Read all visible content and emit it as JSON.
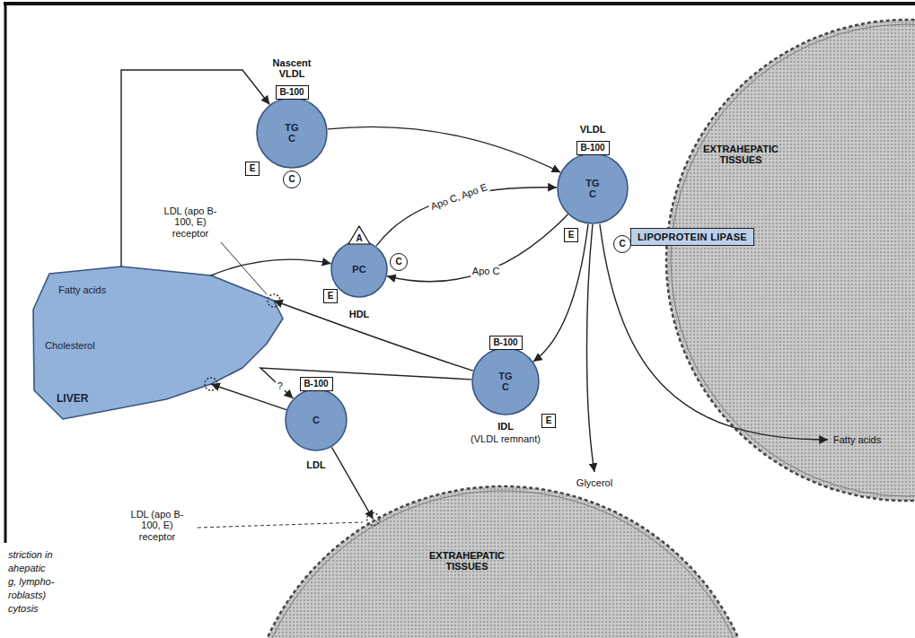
{
  "diagram": {
    "nodes": [
      {
        "text": [
          "Nascent VLDL",
          "TG C"
        ]
      },
      {
        "text": [
          "B-100"
        ],
        "in": 0
      },
      {
        "text": [
          "E"
        ],
        "in": 0
      },
      {
        "text": [
          "C"
        ],
        "in": 0
      },
      {
        "text": [
          "VLDL",
          "TG C"
        ]
      },
      {
        "text": [
          "B-100"
        ],
        "in": 4
      },
      {
        "text": [
          "E"
        ],
        "in": 4
      },
      {
        "text": [
          "C"
        ],
        "in": 4
      },
      {
        "text": [
          "EXTRAHEPATIC TISSUES"
        ]
      },
      {
        "text": [
          "LIPOPROTEIN LIPASE"
        ]
      },
      {
        "text": [
          "Fatty acids",
          "Cholesterol",
          "LIVER"
        ]
      },
      {
        "text": [
          "PC",
          "HDL"
        ]
      },
      {
        "text": [
          "A"
        ],
        "in": 11
      },
      {
        "text": [
          "E"
        ],
        "in": 11
      },
      {
        "text": [
          "C"
        ],
        "in": 11
      },
      {
        "text": [
          "TG C",
          "IDL",
          "(VLDL remnant)"
        ]
      },
      {
        "text": [
          "B-100"
        ],
        "in": 15
      },
      {
        "text": [
          "E"
        ],
        "in": 15
      },
      {
        "text": [
          "C",
          "LDL"
        ]
      },
      {
        "text": [
          "B-100"
        ],
        "in": 18
      },
      {
        "text": [
          "EXTRAHEPATIC TISSUES"
        ]
      }
    ],
    "edges": [
      {
        "from": 10,
        "to": 0,
        "arrow": "to"
      },
      {
        "from": 0,
        "to": 4,
        "arrow": "to"
      },
      {
        "from": 11,
        "to": 4,
        "label": "Apo C, Apo E",
        "arrow": "to"
      },
      {
        "from": 4,
        "to": 11,
        "label": "Apo C",
        "arrow": "to"
      },
      {
        "from": 10,
        "to": 11,
        "arrow": "to"
      },
      {
        "from": 4,
        "to": 15,
        "arrow": "to"
      },
      {
        "from": 15,
        "to": 10,
        "arrow": "to"
      },
      {
        "from": 15,
        "to": 18,
        "label": "?",
        "arrow": "to"
      },
      {
        "from": 18,
        "to": 10,
        "arrow": "to"
      },
      {
        "from": 18,
        "to": 20,
        "arrow": "to"
      }
    ],
    "labels": [
      "LDL (apo B-100, E) receptor",
      "LDL (apo B-100, E) receptor",
      "Fatty acids",
      "Glycerol",
      "striction in",
      "ahepatic",
      "g, lympho-",
      "roblasts)",
      "cytosis"
    ]
  }
}
